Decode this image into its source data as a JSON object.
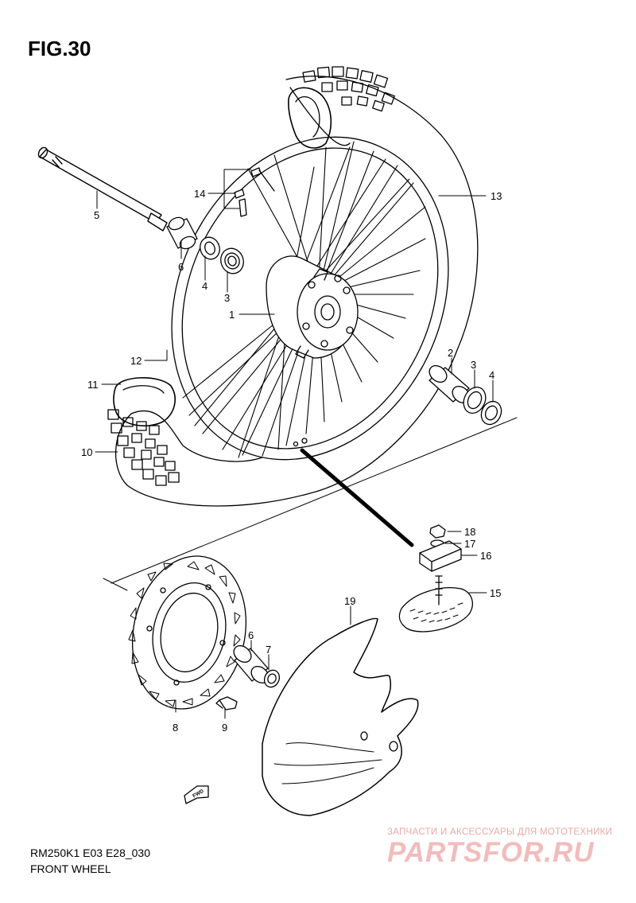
{
  "figure": {
    "title": "FIG.30",
    "model_code": "RM250K1 E03 E28_030",
    "caption": "FRONT WHEEL"
  },
  "callouts": [
    "5",
    "6",
    "4",
    "3",
    "14",
    "1",
    "13",
    "12",
    "11",
    "10",
    "2",
    "3",
    "4",
    "18",
    "17",
    "16",
    "15",
    "19",
    "6",
    "7",
    "8",
    "9"
  ],
  "fwd_label": "FWD",
  "watermark": {
    "line1": "ЗАПЧАСТИ И АКСЕССУАРЫ ДЛЯ МОТОТЕХНИКИ",
    "line2": "PARTSFOR.RU"
  },
  "colors": {
    "ink": "#000000",
    "watermark": "#f2bcbc"
  }
}
